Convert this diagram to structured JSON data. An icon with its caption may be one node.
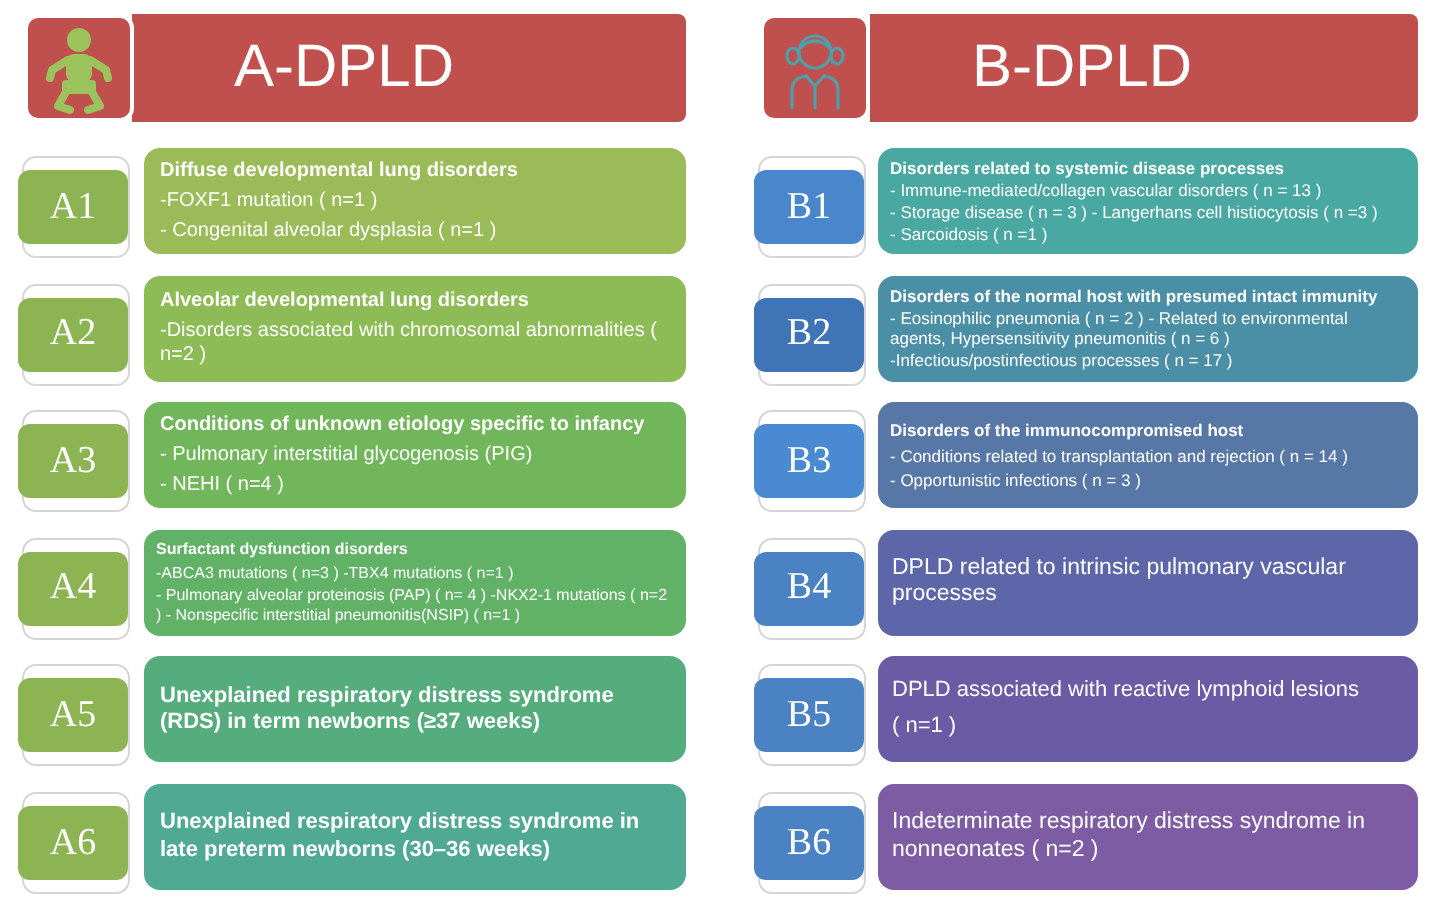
{
  "diagram": {
    "nodes": [
      {
        "text": [
          "A-DPLD"
        ]
      },
      {
        "text": [
          "A1"
        ]
      },
      {
        "text": [
          "Diffuse developmental lung disorders",
          "-FOXF1 mutation ( n=1 )",
          "- Congenital alveolar dysplasia ( n=1 )"
        ]
      },
      {
        "text": [
          "A2"
        ]
      },
      {
        "text": [
          "Alveolar developmental lung disorders",
          "-Disorders associated with chromosomal abnormalities ( n=2 )"
        ]
      },
      {
        "text": [
          "A3"
        ]
      },
      {
        "text": [
          "Conditions of unknown etiology specific to infancy",
          "- Pulmonary interstitial glycogenosis (PIG)",
          "- NEHI ( n=4 )"
        ]
      },
      {
        "text": [
          "A4"
        ]
      },
      {
        "text": [
          "Surfactant dysfunction disorders",
          "-ABCA3 mutations ( n=3 ) -TBX4 mutations ( n=1 )",
          "- Pulmonary alveolar proteinosis (PAP) ( n= 4 ) -NKX2-1 mutations ( n=2 ) - Nonspecific interstitial pneumonitis(NSIP) ( n=1 )"
        ]
      },
      {
        "text": [
          "A5"
        ]
      },
      {
        "text": [
          "Unexplained respiratory distress syndrome (RDS) in term newborns (≥37 weeks)"
        ]
      },
      {
        "text": [
          "A6"
        ]
      },
      {
        "text": [
          "Unexplained respiratory distress syndrome in late preterm newborns (30–36 weeks)"
        ]
      },
      {
        "text": [
          "B-DPLD"
        ]
      },
      {
        "text": [
          "B1"
        ]
      },
      {
        "text": [
          "Disorders related to systemic disease processes",
          "- Immune-mediated/collagen vascular disorders ( n = 13 )",
          "- Storage disease ( n = 3 ) - Langerhans cell histiocytosis ( n =3 )",
          "- Sarcoidosis ( n =1 )"
        ]
      },
      {
        "text": [
          "B2"
        ]
      },
      {
        "text": [
          "Disorders of the normal host with presumed intact immunity",
          "- Eosinophilic pneumonia ( n = 2 ) - Related to environmental agents, Hypersensitivity pneumonitis ( n = 6 )",
          "-Infectious/postinfectious processes ( n = 17 )"
        ]
      },
      {
        "text": [
          "B3"
        ]
      },
      {
        "text": [
          "Disorders of the immunocompromised host",
          "- Conditions related to transplantation and rejection ( n = 14 )",
          "- Opportunistic infections ( n = 3 )"
        ]
      },
      {
        "text": [
          "B4"
        ]
      },
      {
        "text": [
          "DPLD related to intrinsic pulmonary vascular processes"
        ]
      },
      {
        "text": [
          "B5"
        ]
      },
      {
        "text": [
          "DPLD associated with reactive lymphoid lesions",
          "( n=1 )"
        ]
      },
      {
        "text": [
          "B6"
        ]
      },
      {
        "text": [
          "Indeterminate respiratory distress syndrome in nonneonates ( n=2 )"
        ]
      }
    ]
  }
}
